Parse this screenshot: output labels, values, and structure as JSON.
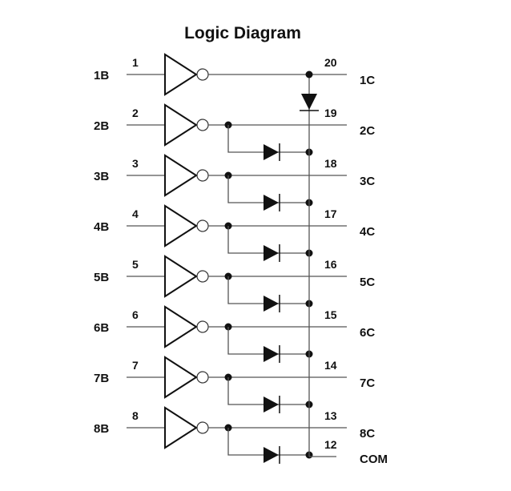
{
  "title": "Logic Diagram",
  "channels": [
    {
      "input_label": "1B",
      "input_pin": "1",
      "output_label": "1C",
      "output_pin": "20"
    },
    {
      "input_label": "2B",
      "input_pin": "2",
      "output_label": "2C",
      "output_pin": "19"
    },
    {
      "input_label": "3B",
      "input_pin": "3",
      "output_label": "3C",
      "output_pin": "18"
    },
    {
      "input_label": "4B",
      "input_pin": "4",
      "output_label": "4C",
      "output_pin": "17"
    },
    {
      "input_label": "5B",
      "input_pin": "5",
      "output_label": "5C",
      "output_pin": "16"
    },
    {
      "input_label": "6B",
      "input_pin": "6",
      "output_label": "6C",
      "output_pin": "15"
    },
    {
      "input_label": "7B",
      "input_pin": "7",
      "output_label": "7C",
      "output_pin": "14"
    },
    {
      "input_label": "8B",
      "input_pin": "8",
      "output_label": "8C",
      "output_pin": "13"
    }
  ],
  "common": {
    "label": "COM",
    "pin": "12"
  }
}
